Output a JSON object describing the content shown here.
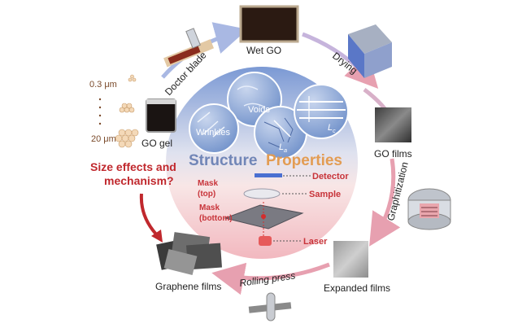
{
  "labels": {
    "doctor_blade": "Doctor blade",
    "wet_go": "Wet GO",
    "drying": "Drying",
    "go_films": "GO films",
    "graphitization": "Graphitization",
    "expanded_films": "Expanded films",
    "rolling_press": "Rolling press",
    "graphene_films": "Graphene films",
    "go_gel": "GO gel",
    "size_top": "0.3 μm",
    "size_bottom": "20 μm",
    "question_line1": "Size effects and",
    "question_line2": "mechanism?"
  },
  "center": {
    "structure": "Structure",
    "properties": "Properties",
    "voids": "Voids",
    "wrinkles": "Wrinkles",
    "la": "L",
    "la_sub": "a",
    "lc": "L",
    "lc_sub": "c",
    "detector": "Detector",
    "sample": "Sample",
    "laser": "Laser",
    "mask_top_1": "Mask",
    "mask_top_2": "(top)",
    "mask_bottom_1": "Mask",
    "mask_bottom_2": "(bottom)"
  },
  "colors": {
    "blue_top": "#7f9fd6",
    "pink_bottom": "#f3c4c8",
    "structure_text": "#6f86b8",
    "properties_text": "#e7a35c",
    "question_red": "#c0282d",
    "arrow_blue": "#a9b8e3",
    "arrow_pink": "#e7a0b0"
  }
}
